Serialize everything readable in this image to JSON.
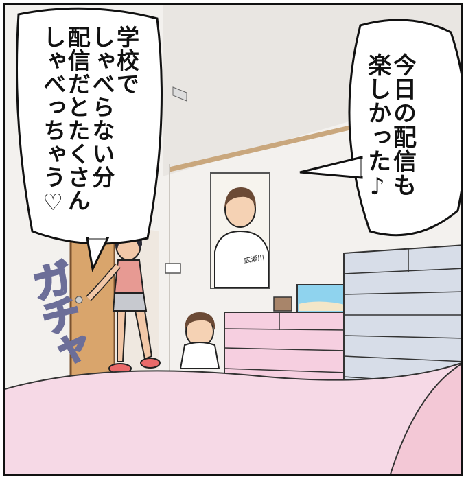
{
  "panel": {
    "speech_left": [
      "学校で",
      "しゃべらない分",
      "配信だとたくさん",
      "しゃべっちゃう♡"
    ],
    "speech_right": [
      "今日の配信も",
      "楽しかった♪"
    ],
    "sound_effect": "ガチャ",
    "poster_shirt_text": "広瀬川"
  },
  "colors": {
    "wall": "#f3f1ee",
    "trim": "#c9a77d",
    "door": "#d9a56c",
    "bed": "#f6d9e6",
    "dresser_pink": "#f6cfe0",
    "dresser_blue": "#d7dde8",
    "outline": "#111111",
    "sfx": "#6c6e98"
  }
}
